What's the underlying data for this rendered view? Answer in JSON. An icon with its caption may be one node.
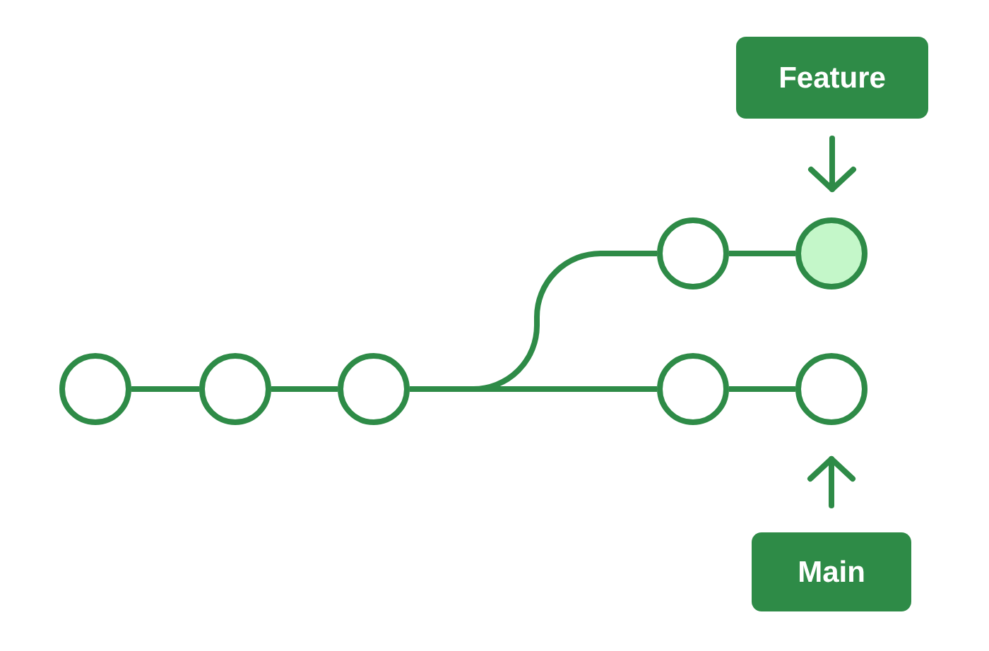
{
  "diagram": {
    "nodes": [
      {
        "text": [
          "Feature"
        ]
      },
      {
        "text": [],
        "shape": "circle"
      },
      {
        "text": [],
        "shape": "circle"
      },
      {
        "text": [],
        "shape": "circle"
      },
      {
        "text": [],
        "shape": "circle"
      },
      {
        "text": [],
        "shape": "circle"
      },
      {
        "text": [],
        "shape": "circle"
      },
      {
        "text": [],
        "shape": "circle"
      },
      {
        "text": [
          "Main"
        ]
      }
    ],
    "edges": [
      {
        "from": 0,
        "to": 2,
        "arrow": "to"
      },
      {
        "from": 1,
        "to": 2,
        "arrow": "none"
      },
      {
        "from": 3,
        "to": 4,
        "arrow": "none"
      },
      {
        "from": 4,
        "to": 5,
        "arrow": "none"
      },
      {
        "from": 5,
        "to": 1,
        "arrow": "none"
      },
      {
        "from": 5,
        "to": 6,
        "arrow": "none"
      },
      {
        "from": 6,
        "to": 7,
        "arrow": "none"
      },
      {
        "from": 8,
        "to": 7,
        "arrow": "to"
      }
    ]
  }
}
